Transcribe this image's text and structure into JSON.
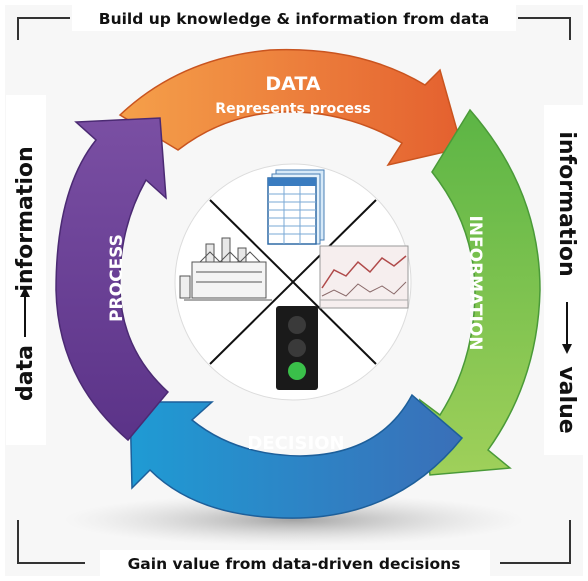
{
  "top_caption": "Build up knowledge & information from data",
  "bottom_caption": "Gain value from data-driven decisions",
  "left_axis": {
    "from": "data",
    "to": "information"
  },
  "right_axis": {
    "from": "information",
    "to": "value"
  },
  "cycle": {
    "data": {
      "title": "DATA",
      "subtitle": "Represents process",
      "color": "#ee7a35"
    },
    "information": {
      "title": "INFORMATION",
      "color": "#7cc24a"
    },
    "decision": {
      "title": "DECISION",
      "color": "#2f88c6"
    },
    "process": {
      "title": "PROCESS",
      "color": "#6a3f95"
    }
  },
  "center_icons": [
    "data-table-icon",
    "factory-icon",
    "trend-chart-icon",
    "traffic-light-icon"
  ]
}
